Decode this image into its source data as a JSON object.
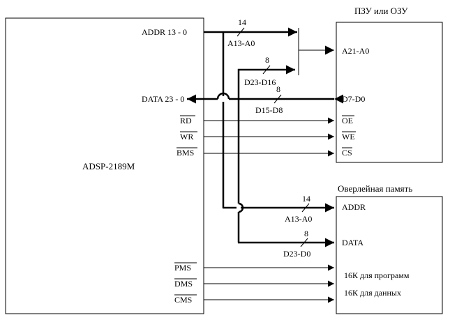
{
  "chip": {
    "name": "ADSP-2189M",
    "pins": {
      "addr": "ADDR 13 - 0",
      "data": "DATA 23 - 0",
      "rd": "RD",
      "wr": "WR",
      "bms": "BMS",
      "pms": "PMS",
      "dms": "DMS",
      "cms": "CMS"
    }
  },
  "rom": {
    "title": "ПЗУ или  ОЗУ",
    "pins": {
      "addr": "A21-A0",
      "data": "D7-D0",
      "oe": "OE",
      "we": "WE",
      "cs": "CS"
    }
  },
  "overlay": {
    "title": "Оверлейная  память",
    "pins": {
      "addr": "ADDR",
      "data": "DATA",
      "prog": "16К для программ",
      "datamem": "16К для данных"
    }
  },
  "buses": {
    "top_addr": {
      "width": "14",
      "label": "A13-A0"
    },
    "hi_data": {
      "width": "8",
      "label": "D23-D16"
    },
    "lo_data": {
      "width": "8",
      "label": "D15-D8"
    },
    "ov_addr": {
      "width": "14",
      "label": "A13-A0"
    },
    "ov_data": {
      "width": "8",
      "label": "D23-D0"
    }
  }
}
